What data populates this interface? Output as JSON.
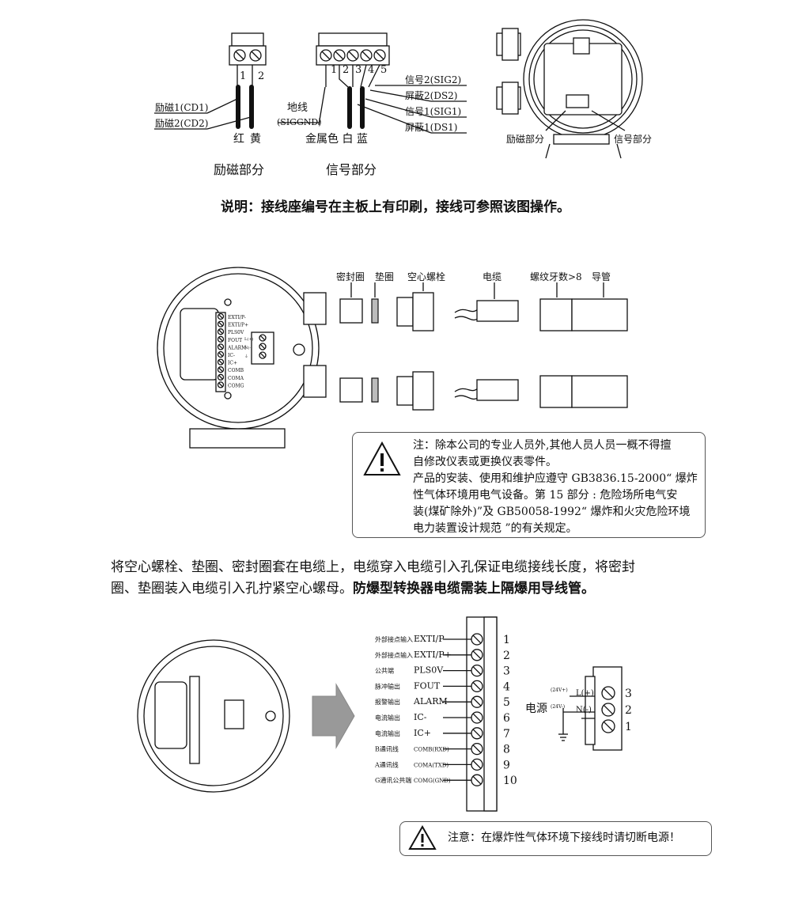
{
  "top": {
    "exc_nums": [
      "1",
      "2"
    ],
    "exc_labels": [
      "励磁1(CD1)",
      "励磁2(CD2)"
    ],
    "exc_colors": [
      "红",
      "黄"
    ],
    "exc_caption": "励磁部分",
    "sig_nums": [
      "1",
      "2",
      "3",
      "4",
      "5"
    ],
    "ground_label": "地线",
    "ground_code": "(SIGGND)",
    "sig_labels": [
      "信号2(SIG2)",
      "屏蔽2(DS2)",
      "信号1(SIG1)",
      "屏蔽1(DS1)"
    ],
    "sig_colors": "金属色 白 蓝",
    "sig_caption": "信号部分",
    "housing_labels": [
      "励磁部分",
      "信号部分"
    ],
    "note": "说明：接线座编号在主板上有印刷，接线可参照该图操作。"
  },
  "mid": {
    "terminal_labels": [
      "EXTI/P-",
      "EXTI/P+",
      "PLS0V",
      "FOUT",
      "ALARM",
      "IC-",
      "IC+",
      "COMB",
      "COMA",
      "COMG"
    ],
    "power_mini": [
      "L(+)",
      "N(-)",
      "⏚"
    ],
    "part_labels": [
      "密封圈",
      "垫圈",
      "空心螺栓",
      "电缆",
      "螺纹牙数>8",
      "导管"
    ],
    "warning": {
      "line1": "注：除本公司的专业人员外,其他人员人员一概不得擅",
      "line2": "自修改仪表或更换仪表零件。",
      "line3": "产品的安装、使用和维护应遵守 GB3836.15-2000“ 爆炸",
      "line4": "性气体环境用电气设备。第 15 部分 : 危险场所电气安",
      "line5": "装(煤矿除外)”及 GB50058-1992“ 爆炸和火灾危险环境",
      "line6": "电力装置设计规范 ”的有关规定。"
    },
    "instruction_line1": "将空心螺栓、垫圈、密封圈套在电缆上，电缆穿入电缆引入孔保证电缆接线长度，将密封",
    "instruction_line2_normal": "圈、垫圈装入电缆引入孔拧紧空心螺母。",
    "instruction_line2_bold": "防爆型转换器电缆需装上隔爆用导线管。"
  },
  "bottom": {
    "terminals": [
      {
        "cn": "外部接点输入",
        "code": "EXTI/P-",
        "num": "1"
      },
      {
        "cn": "外部接点输入",
        "code": "EXTI/P+",
        "num": "2"
      },
      {
        "cn": "公共端",
        "code": "PLS0V",
        "num": "3"
      },
      {
        "cn": "脉冲输出",
        "code": "FOUT",
        "num": "4"
      },
      {
        "cn": "报警输出",
        "code": "ALARM",
        "num": "5"
      },
      {
        "cn": "电流输出",
        "code": "IC-",
        "num": "6"
      },
      {
        "cn": "电流输出",
        "code": "IC+",
        "num": "7"
      },
      {
        "cn": "B通讯线",
        "code": "COMB(RXD)",
        "num": "8"
      },
      {
        "cn": "A通讯线",
        "code": "COMA(TXD)",
        "num": "9"
      },
      {
        "cn": "G通讯公共端",
        "code": "COMG(GND)",
        "num": "10"
      }
    ],
    "power_label": "电源",
    "power_terms": [
      {
        "v": "(24V+)",
        "name": "L(+)",
        "num": "3"
      },
      {
        "v": "(24V-)",
        "name": "N(-)",
        "num": "2"
      },
      {
        "v": "",
        "name": "",
        "num": "1"
      }
    ],
    "notice": "注意：在爆炸性气体环境下接线时请切断电源！"
  },
  "colors": {
    "ink": "#111111",
    "arrow": "#999999",
    "frame": "#555555"
  }
}
